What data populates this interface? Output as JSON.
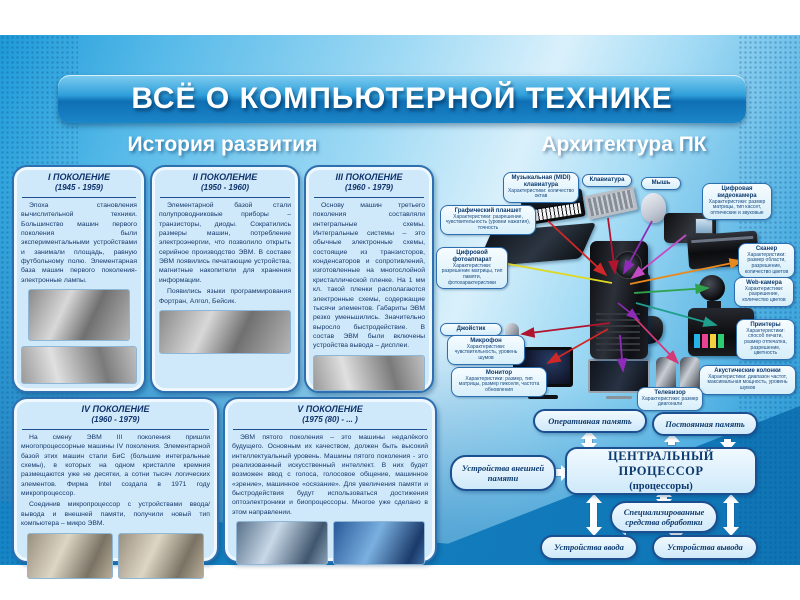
{
  "title": "ВСЁ О КОМПЬЮТЕРНОЙ ТЕХНИКЕ",
  "left": {
    "header": "История развития",
    "generations": [
      {
        "title": "I ПОКОЛЕНИЕ",
        "years": "(1945 - 1959)",
        "p1": "Эпоха становления вычислительной техники. Большинство машин первого поколения были экспериментальными устройствами и занимали площадь, равную футбольному полю. Элементарная база машин первого поколения-электронные лампы.",
        "p2": ""
      },
      {
        "title": "II ПОКОЛЕНИЕ",
        "years": "(1950 - 1960)",
        "p1": "Элементарной базой стали полупроводниковые приборы – транзисторы, диоды. Сократились размеры машин, потребление электроэнергии, что позволило открыть серийное производство ЭВМ. В составе ЭВМ появились печатающие устройства, магнитные накопители для хранения информации.",
        "p2": "Появились языки программирования Фортран, Алгол, Бейсик."
      },
      {
        "title": "III ПОКОЛЕНИЕ",
        "years": "(1960 - 1979)",
        "p1": "Основу машин третьего поколения составляли интегральные схемы. Интегральные системы – это обычные электронные схемы, состоящие из транзисторов, конденсаторов и сопротивлений, изготовленные на многослойной кристаллической пленке. На 1 мм кл. такой пленки располагаются электронные схемы, содержащие тысячи элементов. Габариты ЭВМ резко уменьшились. Значительно выросло быстродействие. В состав ЭВМ были включены устройства вывода – дисплеи.",
        "p2": ""
      },
      {
        "title": "IV ПОКОЛЕНИЕ",
        "years": "(1960 - 1979)",
        "p1": "На смену ЭВМ III поколения пришли многопроцессорные машины IV поколения. Элементарной базой этих машин стали БиС (большие интегральные схемы), в которых на одном кристалле кремния размещаются уже не десятки, а сотни тысяч логических элементов. Фирма Intel создала в 1971 году микропроцессор.",
        "p2": "Соединив микропроцессор с устройствами ввода/вывода и внешней памяти, получили новый тип компьютера – микро ЭВМ."
      },
      {
        "title": "V ПОКОЛЕНИЕ",
        "years": "(1975 (80) - ... )",
        "p1": "ЭВМ пятого поколения – это машины недалёкого будущего. Основным их качеством, должен быть высокий интеллектуальный уровень. Машины пятого поколения - это реализованный искусственный интеллект. В них будет возможен ввод с голоса, голосовое общение, машинное «зрение», машинное «осязание». Для увеличения памяти и быстродействия будут использоваться достижения оптоэлектроники и биопроцессоры. Многое уже сделано в этом направлении.",
        "p2": ""
      }
    ]
  },
  "right": {
    "header": "Архитектура ПК",
    "peripherals": [
      {
        "name": "Музыкальная (MIDI) клавиатура",
        "specs": "Характеристики: количество октав"
      },
      {
        "name": "Клавиатура",
        "specs": ""
      },
      {
        "name": "Мышь",
        "specs": ""
      },
      {
        "name": "Цифровая видеокамера",
        "specs": "Характеристики: размер матрицы, тип кассет, оптические и звуковые"
      },
      {
        "name": "Графический планшет",
        "specs": "Характеристики: разрешение, чувствительность (уровни нажатия), точность"
      },
      {
        "name": "Цифровой фотоаппарат",
        "specs": "Характеристики: разрешение матрицы, тип памяти, фотохарактеристики"
      },
      {
        "name": "Сканер",
        "specs": "Характеристики: размер области, разрешение, количество цветов"
      },
      {
        "name": "Web-камера",
        "specs": "Характеристики: разрешение, количество цветов"
      },
      {
        "name": "Джойстик",
        "specs": ""
      },
      {
        "name": "Микрофон",
        "specs": "Характеристики: чувствительность, уровень шумов"
      },
      {
        "name": "Принтеры",
        "specs": "Характеристики: способ печати, размер отпечатка, разрешение, цветность"
      },
      {
        "name": "Монитор",
        "specs": "Характеристики: размер, тип матрицы, размер пикселя, частота обновления"
      },
      {
        "name": "Акустические колонки",
        "specs": "Характеристики: диапазон частот, максимальная мощность, уровень шумов"
      },
      {
        "name": "Телевизор",
        "specs": "Характеристики: размер диагонали"
      }
    ],
    "diagram": {
      "ram": "Оперативная память",
      "rom": "Постоянная память",
      "ext": "Устройства внешней памяти",
      "cpu_line1": "ЦЕНТРАЛЬНЫЙ ПРОЦЕССОР",
      "cpu_line2": "(процессоры)",
      "spec": "Специализированные средства обработки",
      "input": "Устройства ввода",
      "output": "Устройства вывода"
    }
  },
  "colors": {
    "title_bar": "#1173b8",
    "panel_fill": "#cfe9fa",
    "panel_border": "#2e6fb0",
    "poster_light": "#d9f0fb",
    "text_navy": "#16386b"
  }
}
